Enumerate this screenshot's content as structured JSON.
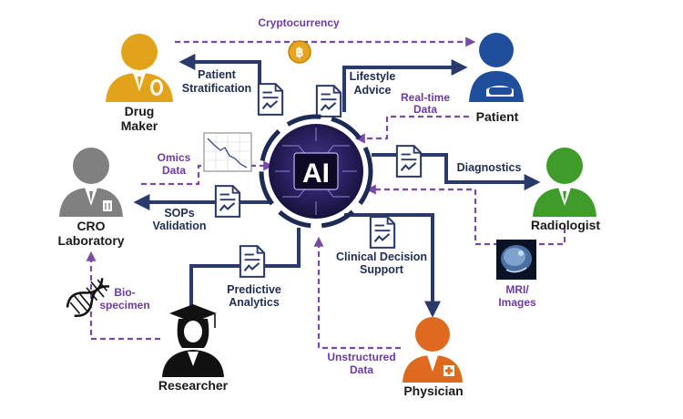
{
  "hub": {
    "label": "AI"
  },
  "actors": {
    "drug_maker": [
      "Drug",
      "Maker"
    ],
    "patient": "Patient",
    "cro_laboratory": [
      "CRO",
      "Laboratory"
    ],
    "radiologist": "Radiologist",
    "researcher": "Researcher",
    "physician": "Physician"
  },
  "flows": {
    "cryptocurrency": "Cryptocurrency",
    "patient_stratification": [
      "Patient",
      "Stratification"
    ],
    "lifestyle_advice": [
      "Lifestyle",
      "Advice"
    ],
    "real_time_data": [
      "Real-time",
      "Data"
    ],
    "omics_data": [
      "Omics",
      "Data"
    ],
    "diagnostics": "Diagnostics",
    "sops_validation": [
      "SOPs",
      "Validation"
    ],
    "clinical_decision_support": [
      "Clinical Decision",
      "Support"
    ],
    "predictive_analytics": [
      "Predictive",
      "Analytics"
    ],
    "mri_images": [
      "MRI/",
      "Images"
    ],
    "biospecimen": [
      "Bio-",
      "specimen"
    ],
    "unstructured_data": [
      "Unstructured",
      "Data"
    ]
  },
  "icon_names": [
    "bitcoin-icon",
    "document-chart-icon",
    "line-chart-icon",
    "mri-scan-icon",
    "dna-icon",
    "graduation-cap-icon",
    "medical-cross-icon",
    "ai-chip-icon"
  ],
  "colors": {
    "arrow_navy": "#2a3a6b",
    "dashed_purple": "#7a4aa8",
    "drug_maker": "#e2a31b",
    "patient": "#1f4e9c",
    "cro": "#808080",
    "radiologist": "#3f9b2a",
    "physician": "#dd6a1f",
    "researcher": "#111111"
  }
}
